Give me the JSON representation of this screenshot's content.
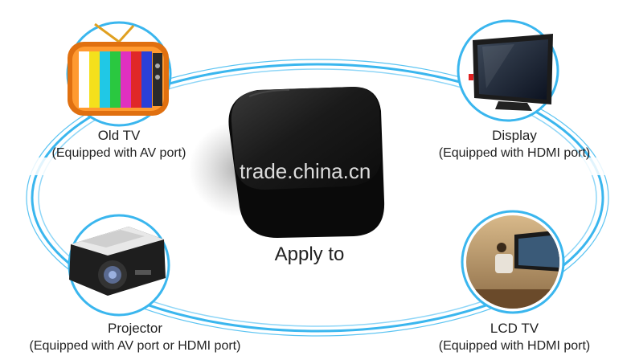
{
  "center": {
    "label": "Apply to"
  },
  "devices": {
    "old_tv": {
      "name": "Old TV",
      "port": "(Equipped with AV port)"
    },
    "display": {
      "name": "Display",
      "port": "(Equipped with HDMI port)"
    },
    "projector": {
      "name": "Projector",
      "port": "(Equipped with AV port or HDMI port)"
    },
    "lcd_tv": {
      "name": "LCD TV",
      "port": "(Equipped with HDMI port)"
    }
  },
  "watermark": "trade.china.cn",
  "colors": {
    "ring": "#3ab6ee",
    "circle_fill": "#ffffff",
    "box": "#161616"
  }
}
